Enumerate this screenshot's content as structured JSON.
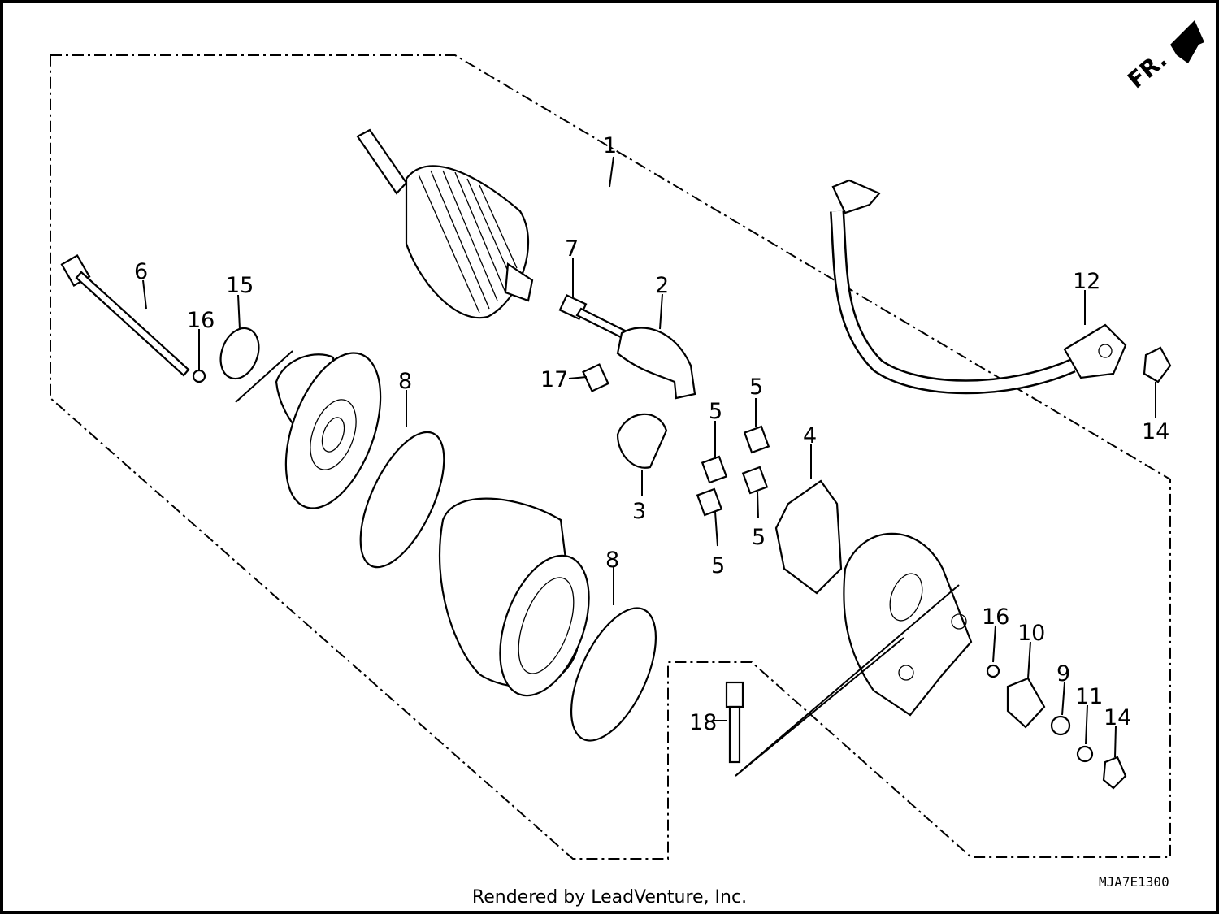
{
  "credit": "Rendered by LeadVenture, Inc.",
  "diagram_code": "MJA7E1300",
  "direction_marker": {
    "label": "FR.",
    "icon": "forward-arrow-icon"
  },
  "callouts": {
    "c1": "1",
    "c2": "2",
    "c3": "3",
    "c4": "4",
    "c5a": "5",
    "c5b": "5",
    "c5c": "5",
    "c5d": "5",
    "c6": "6",
    "c7": "7",
    "c8a": "8",
    "c8b": "8",
    "c9": "9",
    "c10": "10",
    "c11": "11",
    "c12": "12",
    "c14a": "14",
    "c14b": "14",
    "c15": "15",
    "c16a": "16",
    "c16b": "16",
    "c17": "17",
    "c18": "18"
  }
}
